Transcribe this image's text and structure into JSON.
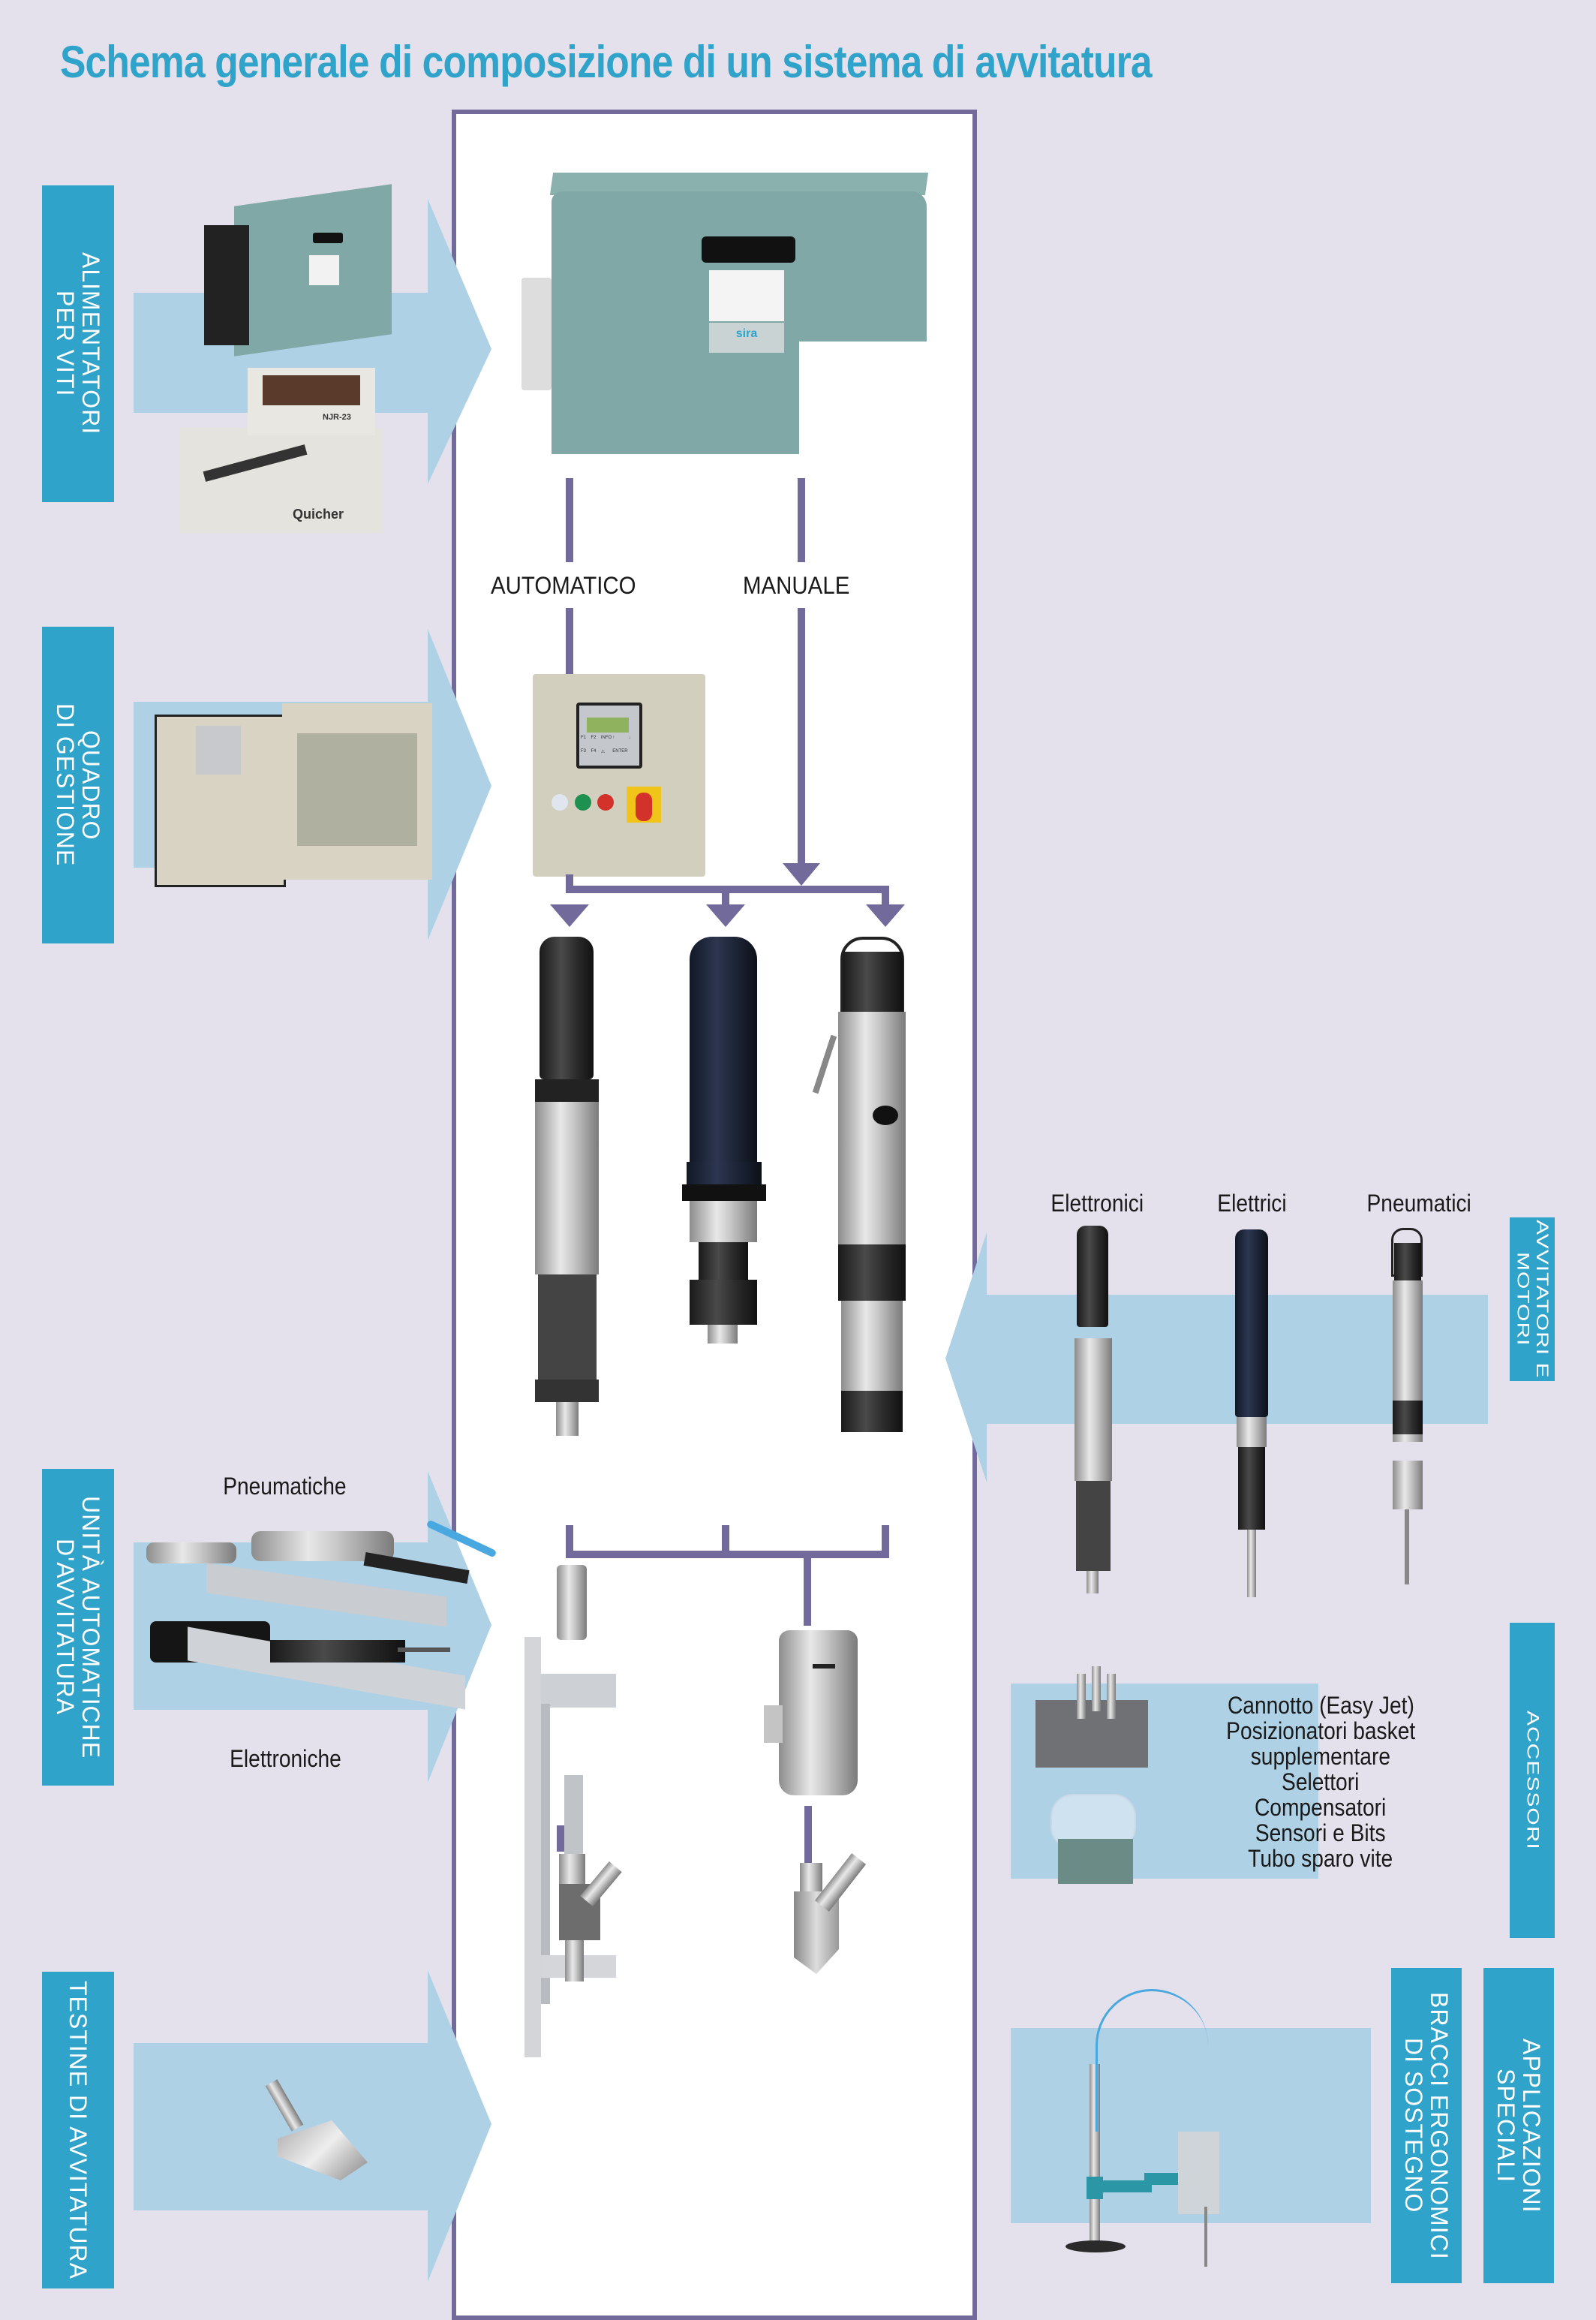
{
  "title": "Schema generale di composizione di un sistema di avvitatura",
  "colors": {
    "background": "#e4e1ec",
    "accent_title": "#2fa3c9",
    "label_box": "#2fa3c9",
    "arrow_fill": "#aed1e5",
    "connector": "#736a9c"
  },
  "left_categories": [
    {
      "label": "ALIMENTATORI\nPER VITI"
    },
    {
      "label": "QUADRO\nDI GESTIONE"
    },
    {
      "label": "UNITÀ AUTOMATICHE\nD'AVVITATURA",
      "sub_top": "Pneumatiche",
      "sub_bottom": "Elettroniche"
    },
    {
      "label": "TESTINE DI AVVITATURA"
    }
  ],
  "right_categories": [
    {
      "label": "AVVITATORI E MOTORI",
      "items": [
        "Elettronici",
        "Elettrici",
        "Pneumatici"
      ]
    },
    {
      "label": "ACCESSORI",
      "items": [
        "Cannotto (Easy Jet)",
        "Posizionatori basket",
        "supplementare",
        "Selettori",
        "Compensatori",
        "Sensori e Bits",
        "Tubo sparo vite"
      ]
    },
    {
      "label": "BRACCI ERGONOMICI\nDI SOSTEGNO"
    },
    {
      "label": "APPLICAZIONI\nSPECIALI"
    }
  ],
  "flow": {
    "branch_left": "AUTOMATICO",
    "branch_right": "MANUALE"
  },
  "product_labels": {
    "feeder_brand": "sira",
    "feeder_model": "NJR-23",
    "feeder_model_brand": "Quicher",
    "panel_keys": [
      "F1",
      "F2",
      "INFO",
      "↑",
      "↓",
      "F3",
      "F4",
      "⚠",
      "ENTER"
    ]
  }
}
